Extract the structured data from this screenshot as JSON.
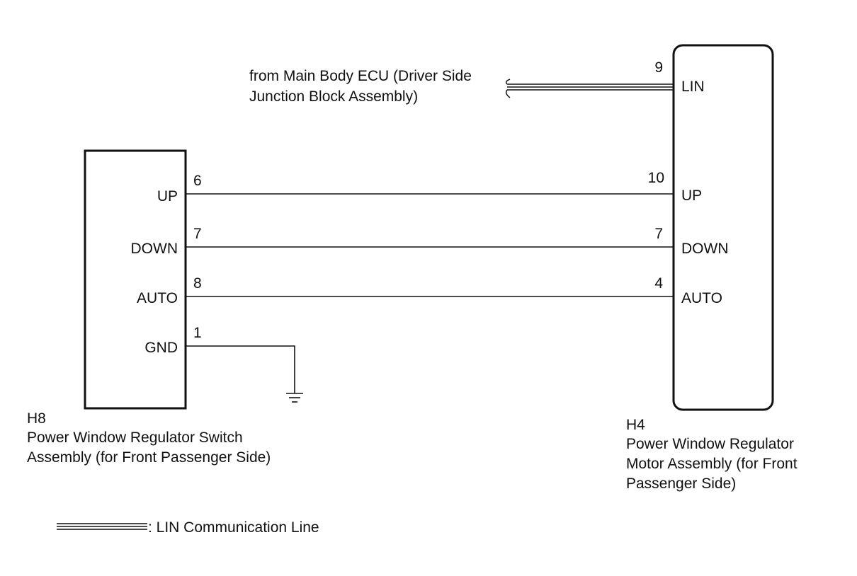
{
  "lin_source": {
    "line1": "from Main Body ECU (Driver Side",
    "line2": "Junction Block Assembly)"
  },
  "switch": {
    "connector": "H8",
    "name_line1": "Power Window Regulator Switch",
    "name_line2": "Assembly (for Front Passenger Side)",
    "pins": [
      {
        "label": "UP",
        "number": "6"
      },
      {
        "label": "DOWN",
        "number": "7"
      },
      {
        "label": "AUTO",
        "number": "8"
      },
      {
        "label": "GND",
        "number": "1"
      }
    ]
  },
  "motor": {
    "connector": "H4",
    "name_line1": "Power Window Regulator",
    "name_line2": "Motor Assembly (for Front",
    "name_line3": "Passenger Side)",
    "pins": [
      {
        "label": "LIN",
        "number": "9"
      },
      {
        "label": "UP",
        "number": "10"
      },
      {
        "label": "DOWN",
        "number": "7"
      },
      {
        "label": "AUTO",
        "number": "4"
      }
    ]
  },
  "legend": {
    "text": ": LIN Communication Line"
  }
}
